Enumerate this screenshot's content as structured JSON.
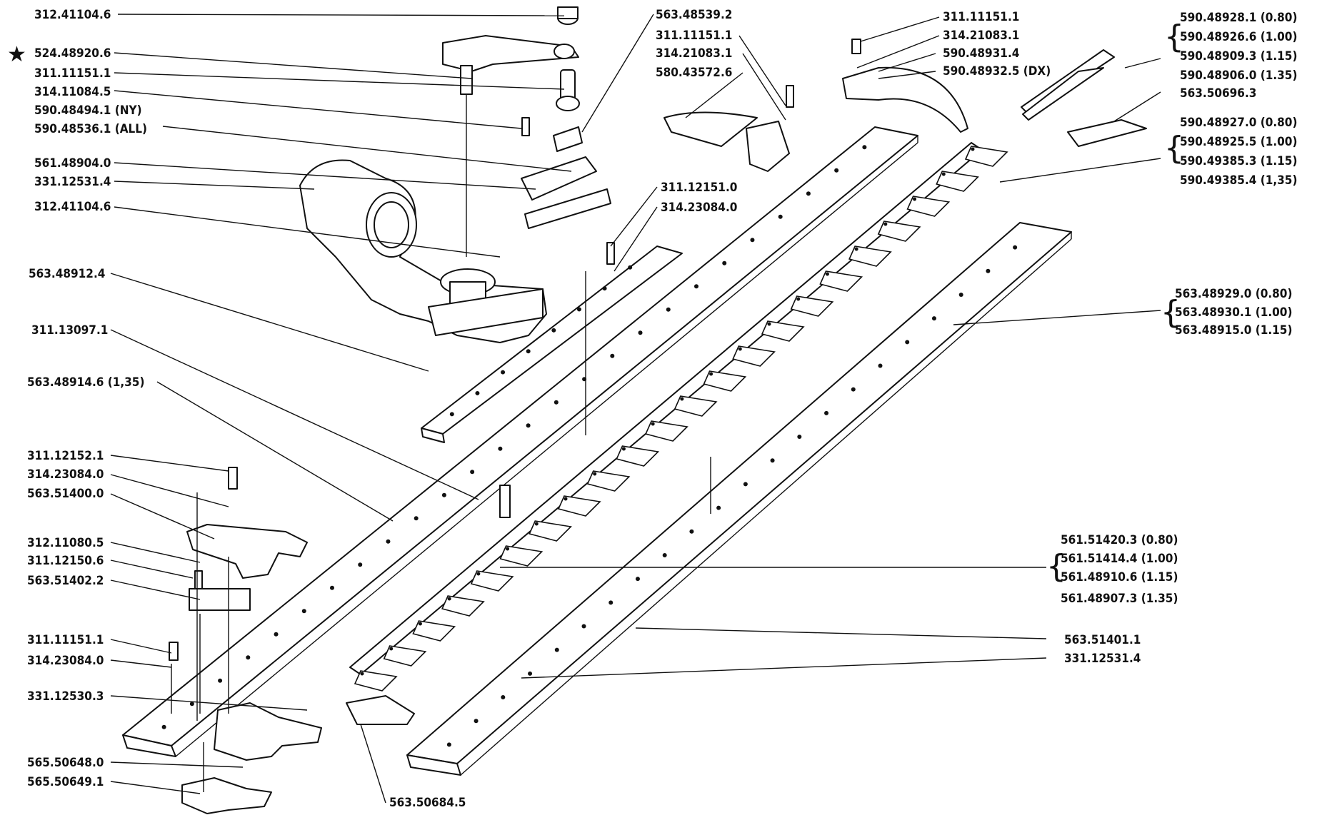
{
  "labels_left": [
    {
      "text": "312.41104.6"
    },
    {
      "text": "524.48920.6",
      "star": true
    },
    {
      "text": "311.11151.1"
    },
    {
      "text": "314.11084.5"
    },
    {
      "text": "590.48494.1 (NY)"
    },
    {
      "text": "590.48536.1 (ALL)"
    },
    {
      "text": "561.48904.0"
    },
    {
      "text": "331.12531.4"
    },
    {
      "text": "312.41104.6"
    },
    {
      "text": "563.48912.4"
    },
    {
      "text": "311.13097.1"
    },
    {
      "text": "563.48914.6 (1,35)"
    },
    {
      "text": "311.12152.1"
    },
    {
      "text": "314.23084.0"
    },
    {
      "text": "563.51400.0"
    },
    {
      "text": "312.11080.5"
    },
    {
      "text": "311.12150.6"
    },
    {
      "text": "563.51402.2"
    },
    {
      "text": "311.11151.1"
    },
    {
      "text": "314.23084.0"
    },
    {
      "text": "331.12530.3"
    },
    {
      "text": "565.50648.0"
    },
    {
      "text": "565.50649.1"
    }
  ],
  "labels_center": [
    {
      "text": "563.48539.2"
    },
    {
      "text": "311.11151.1"
    },
    {
      "text": "314.21083.1"
    },
    {
      "text": "580.43572.6"
    },
    {
      "text": "311.12151.0"
    },
    {
      "text": "314.23084.0"
    },
    {
      "text": "563.50684.5"
    }
  ],
  "labels_topright": [
    {
      "text": "311.11151.1"
    },
    {
      "text": "314.21083.1"
    },
    {
      "text": "590.48931.4"
    },
    {
      "text": "590.48932.5 (DX)"
    }
  ],
  "group_blades": [
    "590.48928.1 (0.80)",
    "590.48926.6 (1.00)",
    "590.48909.3 (1.15)",
    "590.48906.0 (1.35)"
  ],
  "label_blade_single": "563.50696.3",
  "group_guards": [
    "590.48927.0 (0.80)",
    "590.48925.5 (1.00)",
    "590.49385.3 (1.15)",
    "590.49385.4 (1,35)"
  ],
  "group_bar": [
    "563.48929.0 (0.80)",
    "563.48930.1 (1.00)",
    "563.48915.0 (1.15)"
  ],
  "group_knife": [
    "561.51420.3 (0.80)",
    "561.51414.4 (1.00)",
    "561.48910.6 (1.15)",
    "561.48907.3 (1.35)"
  ],
  "labels_right_bottom": [
    {
      "text": "563.51401.1"
    },
    {
      "text": "331.12531.4"
    }
  ],
  "icon": "star-icon"
}
